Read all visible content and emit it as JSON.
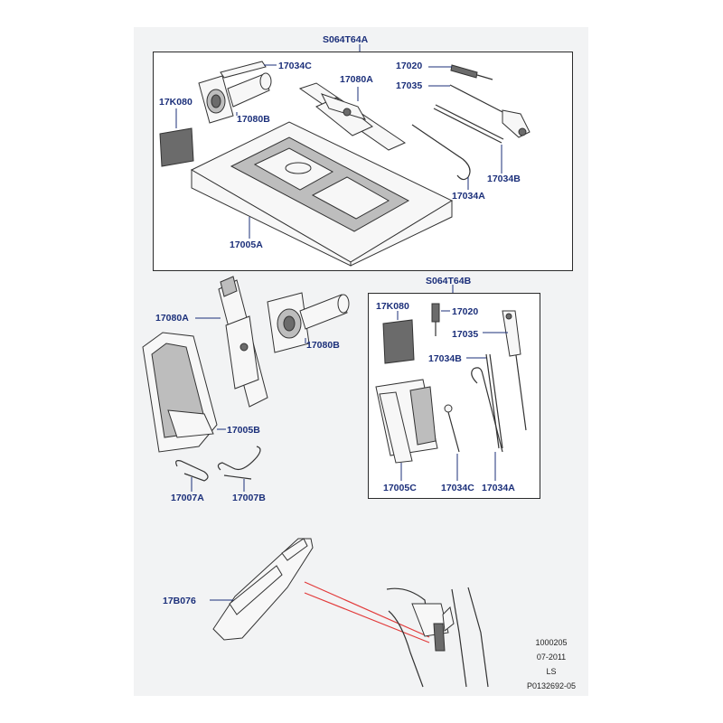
{
  "diagram": {
    "group_a": {
      "title": "S064T64A",
      "labels": {
        "l17034C": "17034C",
        "l17080A": "17080A",
        "l17020": "17020",
        "l17035": "17035",
        "l17K080": "17K080",
        "l17080B": "17080B",
        "l17034B": "17034B",
        "l17034A": "17034A",
        "l17005A": "17005A"
      }
    },
    "loose_parts": {
      "l17080A": "17080A",
      "l17080B": "17080B",
      "l17005B": "17005B",
      "l17007A": "17007A",
      "l17007B": "17007B"
    },
    "group_b": {
      "title": "S064T64B",
      "labels": {
        "l17K080": "17K080",
        "l17020": "17020",
        "l17035": "17035",
        "l17034B": "17034B",
        "l17005C": "17005C",
        "l17034C": "17034C",
        "l17034A": "17034A"
      }
    },
    "bottom": {
      "l17B076": "17B076"
    },
    "footer": {
      "code": "1000205",
      "date": "07-2011",
      "ls": "LS",
      "ref": "P0132692-05"
    }
  }
}
